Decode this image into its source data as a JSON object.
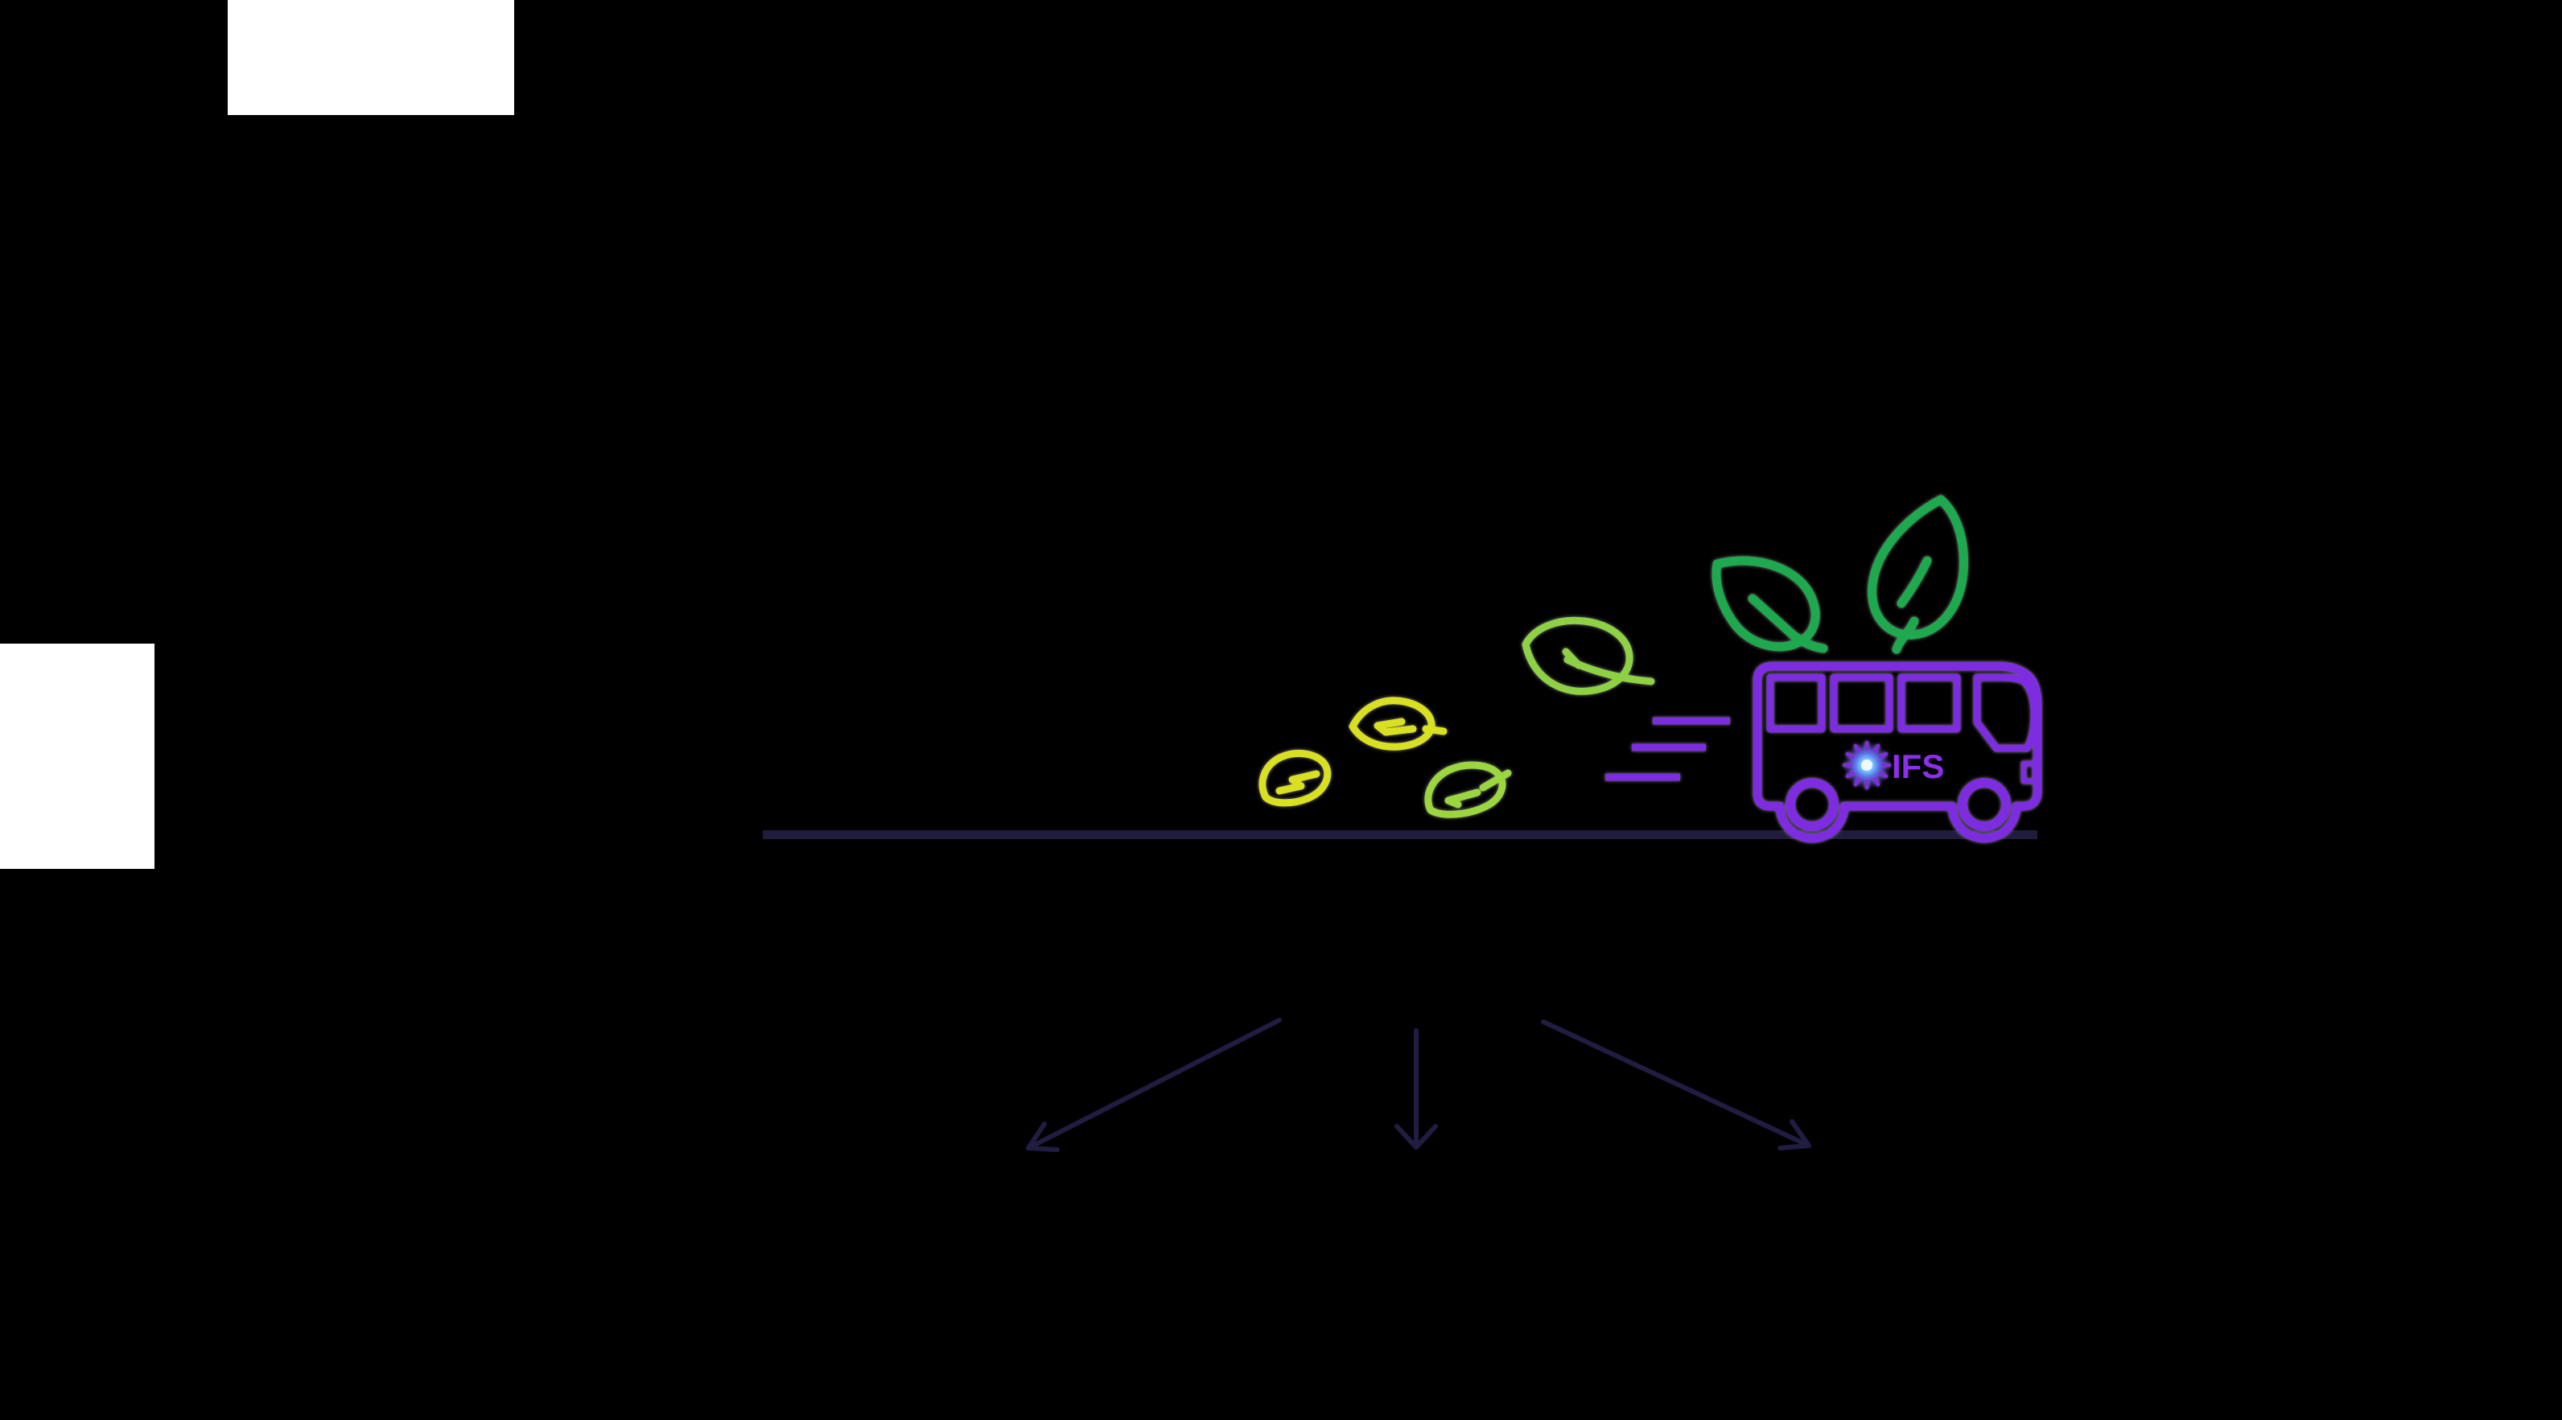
{
  "page": {
    "background_color": "#000000",
    "description": "dark slide with eco-friendly electric bus illustration, trailing leaves, road line, three downward arrows and two white panels"
  },
  "panels": {
    "top_left": {
      "fill": "#ffffff"
    },
    "left_edge": {
      "fill": "#ffffff"
    }
  },
  "bus": {
    "logo_text": "IFS"
  },
  "colors": {
    "bus_purple": "#7d2ce0",
    "logo_text_purple": "#8b2fe8",
    "glow_core": "#eef9ff",
    "glow_blue": "#6fb9ff",
    "glow_violet": "#5a57f2",
    "glow_fade": "#6d2de5",
    "leaf_green": "#1fa94e",
    "leaf_light_green": "#8ed144",
    "leaf_yellow_green": "#9bd63f",
    "leaf_yellow": "#d9e021",
    "road_navy": "#201c3e",
    "arrow_navy": "#211d42",
    "white": "#ffffff"
  },
  "icons": {
    "bus-icon": "bus outline",
    "leaf-green-left-icon": "leaf",
    "leaf-green-right-icon": "leaf",
    "leaf-light-green-icon": "leaf",
    "leaf-yellow-green-icon": "leaf",
    "leaf-medium-yellow-icon": "leaf",
    "leaf-small-yellow-icon": "leaf",
    "speed-lines-icon": "motion dashes",
    "road-line": "ground line",
    "ifs-logo-gear-icon": "glowing gear burst",
    "arrow-down-left-icon": "arrow",
    "arrow-down-icon": "arrow",
    "arrow-down-right-icon": "arrow"
  }
}
